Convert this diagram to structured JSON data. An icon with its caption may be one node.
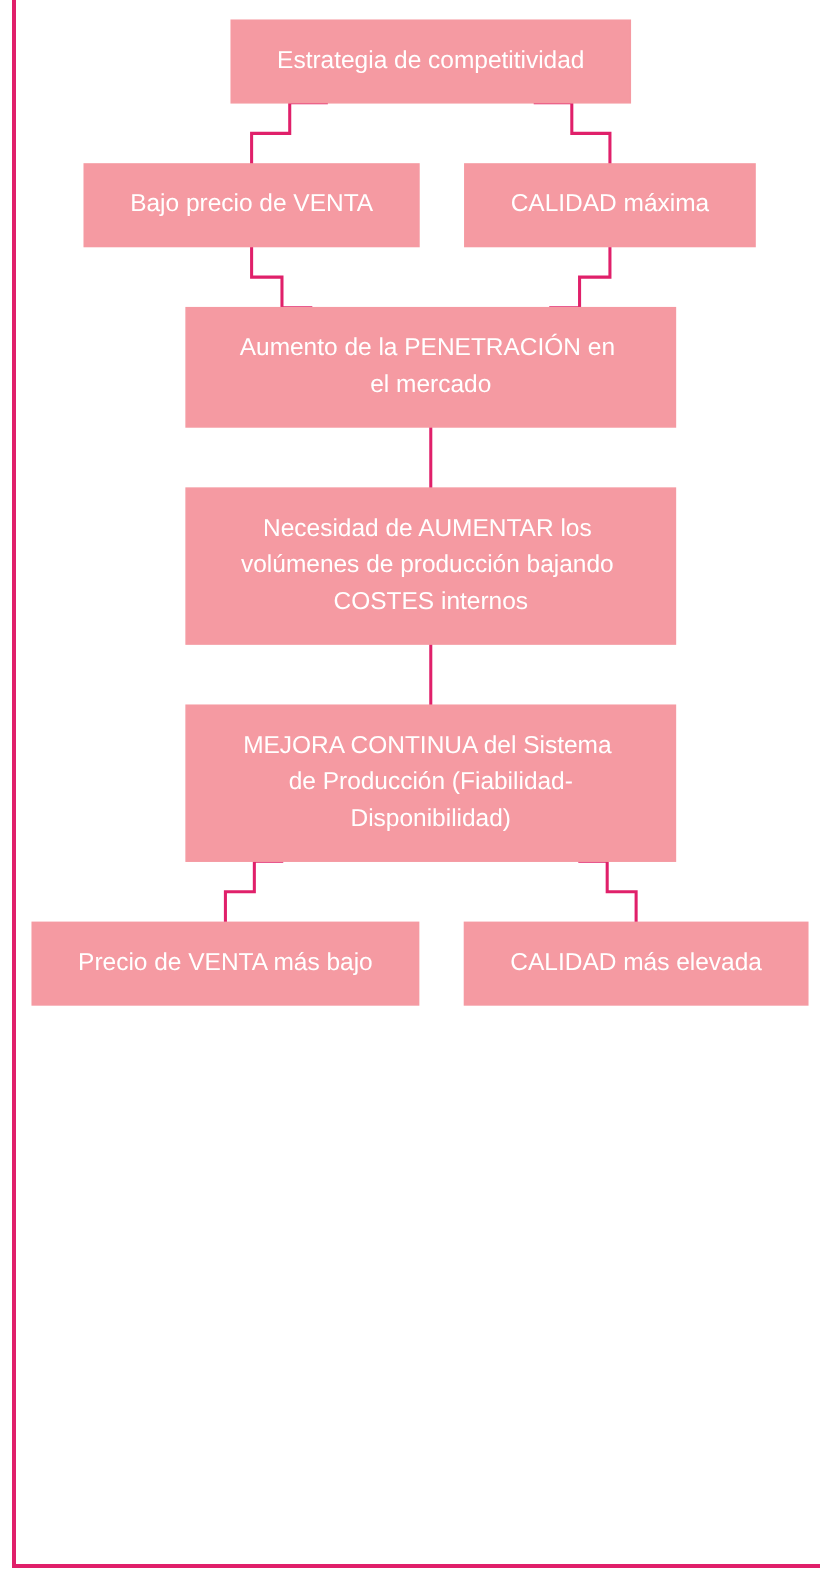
{
  "diagram": {
    "nodes": [
      {
        "text": [
          "Estrategia de competitividad"
        ]
      },
      {
        "text": [
          "Bajo precio de VENTA"
        ]
      },
      {
        "text": [
          "CALIDAD máxima"
        ]
      },
      {
        "text": [
          "Aumento de la PENETRACIÓN en el mercado"
        ]
      },
      {
        "text": [
          "Necesidad de AUMENTAR los volúmenes de producción bajando COSTES internos"
        ]
      },
      {
        "text": [
          "MEJORA CONTINUA del Sistema de Producción (Fiabilidad-Disponibilidad)"
        ]
      },
      {
        "text": [
          "Precio de VENTA más bajo"
        ]
      },
      {
        "text": [
          "CALIDAD más elevada"
        ]
      }
    ],
    "edges": [
      {
        "from": 0,
        "to": 1,
        "arrow": "none"
      },
      {
        "from": 0,
        "to": 2,
        "arrow": "none"
      },
      {
        "from": 1,
        "to": 3,
        "arrow": "none"
      },
      {
        "from": 2,
        "to": 3,
        "arrow": "none"
      },
      {
        "from": 3,
        "to": 4,
        "arrow": "none"
      },
      {
        "from": 4,
        "to": 5,
        "arrow": "none"
      },
      {
        "from": 5,
        "to": 6,
        "arrow": "none"
      },
      {
        "from": 5,
        "to": 7,
        "arrow": "none"
      }
    ]
  }
}
